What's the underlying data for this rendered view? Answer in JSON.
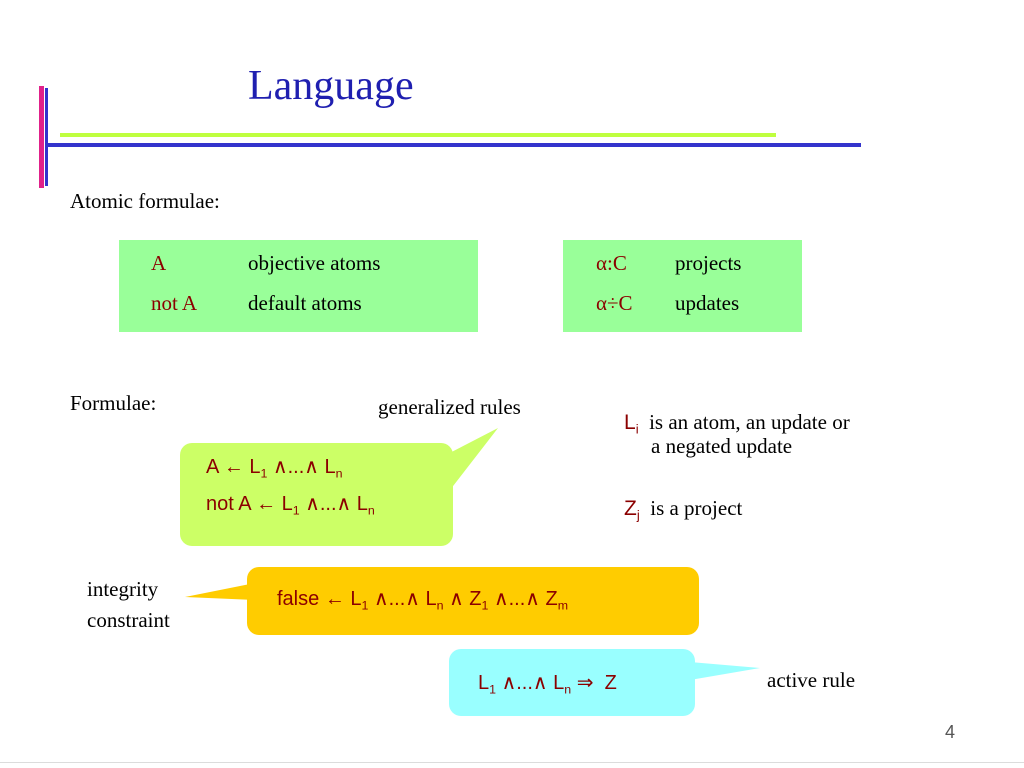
{
  "slide": {
    "title": "Language",
    "page_number": "4"
  },
  "atomic": {
    "heading": "Atomic formulae:",
    "left_table": [
      {
        "symbol": "A",
        "description": "objective atoms"
      },
      {
        "symbol": "not A",
        "description": "default atoms"
      }
    ],
    "right_table": [
      {
        "symbol": "α:C",
        "description": "projects"
      },
      {
        "symbol": "α÷C",
        "description": "updates"
      }
    ]
  },
  "formulae": {
    "heading": "Formulae:",
    "generalized_label": "generalized rules",
    "rule1": {
      "head": "A",
      "arrow": "←",
      "l1": "L",
      "sub1": "1",
      "dots": "∧...∧",
      "ln": "L",
      "subn": "n"
    },
    "rule2": {
      "head": "not A",
      "arrow": "←",
      "l1": "L",
      "sub1": "1",
      "dots": "∧...∧",
      "ln": "L",
      "subn": "n"
    },
    "li_desc": {
      "sym": "L",
      "sub": "i",
      "line1": "is an atom, an update or",
      "line2": "a negated update"
    },
    "zj_desc": {
      "sym": "Z",
      "sub": "j",
      "text": "is a project"
    },
    "integrity": {
      "label_line1": "integrity",
      "label_line2": "constraint",
      "head": "false",
      "arrow": "←",
      "l1": "L",
      "sub1": "1",
      "dots1": "∧...∧",
      "ln": "L",
      "subn": "n",
      "and": "∧",
      "z1": "Z",
      "zsub1": "1",
      "dots2": "∧...∧",
      "zm": "Z",
      "subm": "m"
    },
    "active": {
      "label": "active rule",
      "l1": "L",
      "sub1": "1",
      "dots": "∧...∧",
      "ln": "L",
      "subn": "n",
      "arrow": "⇒",
      "z": "Z"
    }
  },
  "colors": {
    "title": "#1f1fb0",
    "green_table": "#99ff99",
    "rules_box": "#ccff66",
    "integrity_box": "#ffcc00",
    "active_box": "#99ffff",
    "accent_pink": "#e0218a",
    "accent_blue": "#3333cc",
    "accent_green": "#bfff3f"
  }
}
